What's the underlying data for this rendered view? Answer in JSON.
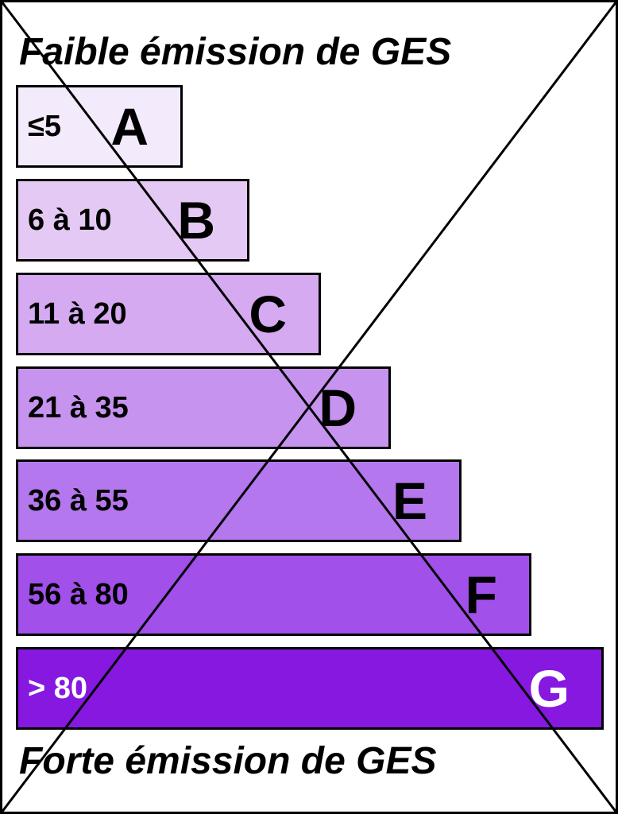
{
  "labels": {
    "top": "Faible émission de GES",
    "bottom": "Forte émission de GES"
  },
  "classes": [
    {
      "letter": "A",
      "range": "≤5",
      "color": "#f3eafb",
      "text_color": "#000000"
    },
    {
      "letter": "B",
      "range": "6 à 10",
      "color": "#e4c9f4",
      "text_color": "#000000"
    },
    {
      "letter": "C",
      "range": "11 à 20",
      "color": "#d5aaf1",
      "text_color": "#000000"
    },
    {
      "letter": "D",
      "range": "21 à 35",
      "color": "#c693ef",
      "text_color": "#000000"
    },
    {
      "letter": "E",
      "range": "36 à 55",
      "color": "#b577ee",
      "text_color": "#000000"
    },
    {
      "letter": "F",
      "range": "56 à 80",
      "color": "#a150ea",
      "text_color": "#000000"
    },
    {
      "letter": "G",
      "range": "> 80",
      "color": "#8618e0",
      "text_color": "#ffffff"
    }
  ]
}
